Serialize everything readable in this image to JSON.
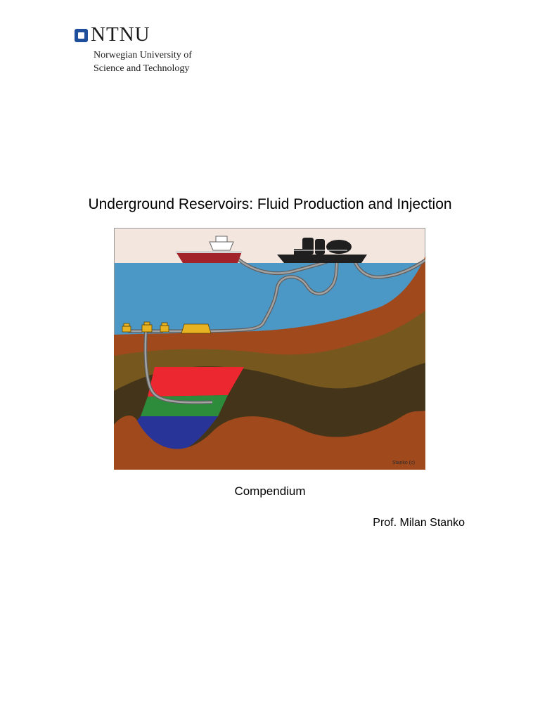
{
  "logo": {
    "wordmark": "NTNU",
    "line1": "Norwegian University of",
    "line2": "Science and Technology",
    "brand_color": "#1f4f9c"
  },
  "title": "Underground Reservoirs: Fluid Production and Injection",
  "illustration": {
    "credit": "Stanko (c)",
    "colors": {
      "sky": "#f2e6df",
      "sea": "#4b97c6",
      "seabed": "#a0491d",
      "layer_olive": "#76581f",
      "layer_dark": "#443419",
      "gas_zone": "#ed2730",
      "oil_zone": "#2d8c3c",
      "water_zone": "#283497",
      "ship_red": "#a3232a",
      "ship_black": "#1f1f1f",
      "subsea_yellow": "#e8b322",
      "pipe": "#808080"
    }
  },
  "subtitle": "Compendium",
  "author": "Prof. Milan Stanko"
}
